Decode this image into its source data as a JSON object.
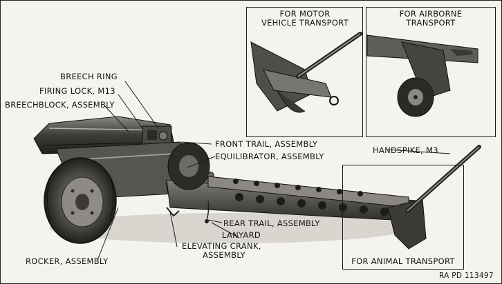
{
  "labels": {
    "breech_ring": "BREECH RING",
    "firing_lock": "FIRING LOCK, M13",
    "breechblock": "BREECHBLOCK, ASSEMBLY",
    "front_trail": "FRONT TRAIL, ASSEMBLY",
    "equilibrator": "EQUILIBRATOR, ASSEMBLY",
    "handspike": "HANDSPIKE, M3",
    "rear_trail": "REAR TRAIL, ASSEMBLY",
    "lanyard": "LANYARD",
    "elevating_crank_1": "ELEVATING CRANK,",
    "elevating_crank_2": "ASSEMBLY",
    "rocker": "ROCKER, ASSEMBLY",
    "ref_code": "RA PD 113497"
  },
  "insets": {
    "motor": {
      "line1": "FOR MOTOR",
      "line2": "VEHICLE TRANSPORT"
    },
    "airborne": {
      "line1": "FOR AIRBORNE",
      "line2": "TRANSPORT"
    },
    "animal": {
      "line1": "FOR ANIMAL TRANSPORT"
    }
  },
  "colors": {
    "ink": "#1a1a1a",
    "paper": "#f4f3ee",
    "metal_dark": "#3a3a36",
    "metal_mid": "#6b6a63"
  }
}
